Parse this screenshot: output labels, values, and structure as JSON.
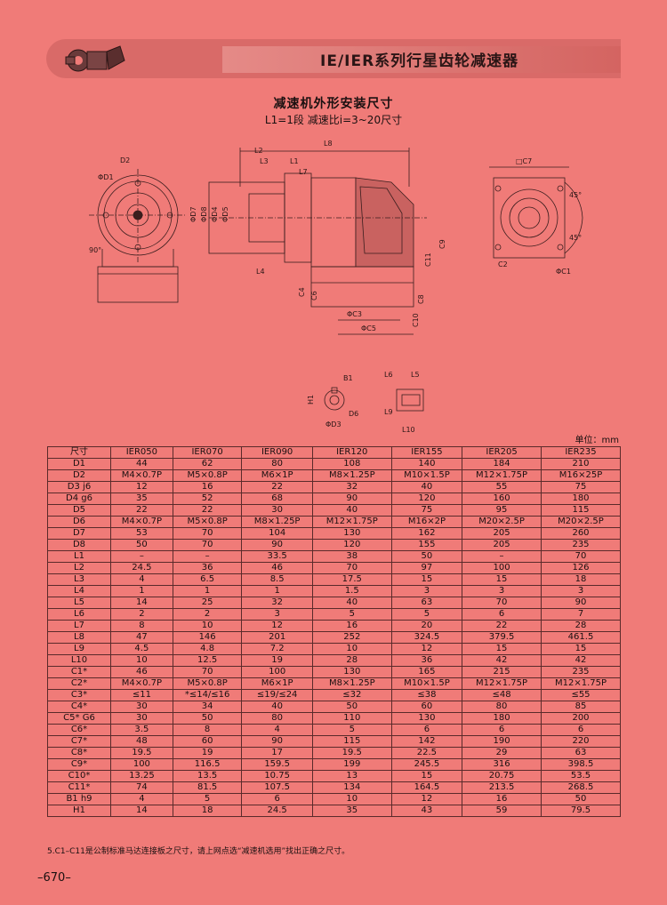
{
  "header": {
    "title": "IE/IER系列行星齿轮减速器"
  },
  "section": {
    "title": "减速机外形安装尺寸",
    "subtitle": "L1=1段 减速比i=3~20尺寸"
  },
  "drawing_labels": {
    "L8": "L8",
    "L2": "L2",
    "L3": "L3",
    "L1": "L1",
    "L7": "L7",
    "D2": "D2",
    "D1": "ΦD1",
    "D7": "ΦD7",
    "D8": "ΦD8",
    "D4": "ΦD4",
    "D5": "ΦD5",
    "L4": "L4",
    "C9": "C9",
    "C11": "C11",
    "C4": "C4",
    "C6": "C6",
    "C8": "C8",
    "C3": "ΦC3",
    "C5": "ΦC5",
    "C10": "C10",
    "C7": "□C7",
    "C2": "C2",
    "C1": "ΦC1",
    "a90": "90°",
    "a45": "45°",
    "a45b": "45°",
    "B1": "B1",
    "H1": "H1",
    "D3": "ΦD3",
    "D6": "D6",
    "L6": "L6",
    "L5": "L5",
    "L9": "L9",
    "L10": "L10"
  },
  "unit_label": "单位：mm",
  "table": {
    "headers": [
      "尺寸",
      "IER050",
      "IER070",
      "IER090",
      "IER120",
      "IER155",
      "IER205",
      "IER235"
    ],
    "rows": [
      [
        "D1",
        "44",
        "62",
        "80",
        "108",
        "140",
        "184",
        "210"
      ],
      [
        "D2",
        "M4×0.7P",
        "M5×0.8P",
        "M6×1P",
        "M8×1.25P",
        "M10×1.5P",
        "M12×1.75P",
        "M16×25P"
      ],
      [
        "D3 j6",
        "12",
        "16",
        "22",
        "32",
        "40",
        "55",
        "75"
      ],
      [
        "D4 g6",
        "35",
        "52",
        "68",
        "90",
        "120",
        "160",
        "180"
      ],
      [
        "D5",
        "22",
        "22",
        "30",
        "40",
        "75",
        "95",
        "115"
      ],
      [
        "D6",
        "M4×0.7P",
        "M5×0.8P",
        "M8×1.25P",
        "M12×1.75P",
        "M16×2P",
        "M20×2.5P",
        "M20×2.5P"
      ],
      [
        "D7",
        "53",
        "70",
        "104",
        "130",
        "162",
        "205",
        "260"
      ],
      [
        "D8",
        "50",
        "70",
        "90",
        "120",
        "155",
        "205",
        "235"
      ],
      [
        "L1",
        "–",
        "–",
        "33.5",
        "38",
        "50",
        "–",
        "70"
      ],
      [
        "L2",
        "24.5",
        "36",
        "46",
        "70",
        "97",
        "100",
        "126"
      ],
      [
        "L3",
        "4",
        "6.5",
        "8.5",
        "17.5",
        "15",
        "15",
        "18"
      ],
      [
        "L4",
        "1",
        "1",
        "1",
        "1.5",
        "3",
        "3",
        "3"
      ],
      [
        "L5",
        "14",
        "25",
        "32",
        "40",
        "63",
        "70",
        "90"
      ],
      [
        "L6",
        "2",
        "2",
        "3",
        "5",
        "5",
        "6",
        "7"
      ],
      [
        "L7",
        "8",
        "10",
        "12",
        "16",
        "20",
        "22",
        "28"
      ],
      [
        "L8",
        "47",
        "146",
        "201",
        "252",
        "324.5",
        "379.5",
        "461.5"
      ],
      [
        "L9",
        "4.5",
        "4.8",
        "7.2",
        "10",
        "12",
        "15",
        "15"
      ],
      [
        "L10",
        "10",
        "12.5",
        "19",
        "28",
        "36",
        "42",
        "42"
      ],
      [
        "C1*",
        "46",
        "70",
        "100",
        "130",
        "165",
        "215",
        "235"
      ],
      [
        "C2*",
        "M4×0.7P",
        "M5×0.8P",
        "M6×1P",
        "M8×1.25P",
        "M10×1.5P",
        "M12×1.75P",
        "M12×1.75P"
      ],
      [
        "C3*",
        "≤11",
        "*≤14/≤16",
        "≤19/≤24",
        "≤32",
        "≤38",
        "≤48",
        "≤55"
      ],
      [
        "C4*",
        "30",
        "34",
        "40",
        "50",
        "60",
        "80",
        "85"
      ],
      [
        "C5* G6",
        "30",
        "50",
        "80",
        "110",
        "130",
        "180",
        "200"
      ],
      [
        "C6*",
        "3.5",
        "8",
        "4",
        "5",
        "6",
        "6",
        "6"
      ],
      [
        "C7*",
        "48",
        "60",
        "90",
        "115",
        "142",
        "190",
        "220"
      ],
      [
        "C8*",
        "19.5",
        "19",
        "17",
        "19.5",
        "22.5",
        "29",
        "63"
      ],
      [
        "C9*",
        "100",
        "116.5",
        "159.5",
        "199",
        "245.5",
        "316",
        "398.5"
      ],
      [
        "C10*",
        "13.25",
        "13.5",
        "10.75",
        "13",
        "15",
        "20.75",
        "53.5"
      ],
      [
        "C11*",
        "74",
        "81.5",
        "107.5",
        "134",
        "164.5",
        "213.5",
        "268.5"
      ],
      [
        "B1 h9",
        "4",
        "5",
        "6",
        "10",
        "12",
        "16",
        "50"
      ],
      [
        "H1",
        "14",
        "18",
        "24.5",
        "35",
        "43",
        "59",
        "79.5"
      ]
    ]
  },
  "note": "5.C1–C11是公制标准马达连接板之尺寸，请上网点选“减速机选用”找出正确之尺寸。",
  "page_number": "–670–"
}
